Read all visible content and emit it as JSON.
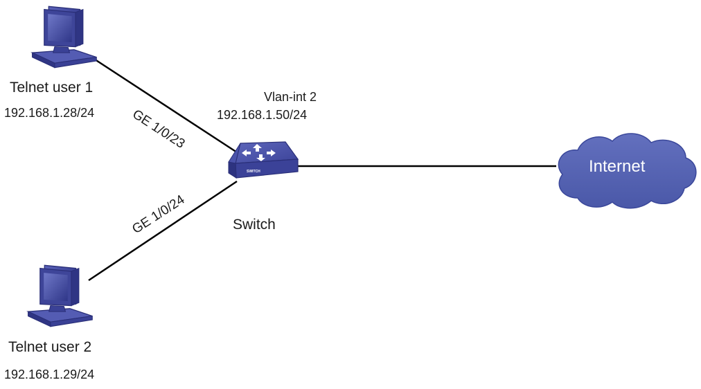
{
  "nodes": {
    "telnet_user_1": {
      "name": "Telnet user 1",
      "ip": "192.168.1.28/24",
      "icon": "computer-icon"
    },
    "telnet_user_2": {
      "name": "Telnet user 2",
      "ip": "192.168.1.29/24",
      "icon": "computer-icon"
    },
    "switch": {
      "name": "Switch",
      "icon": "switch-icon",
      "badge": "SWITCH",
      "interface": "Vlan-int 2",
      "ip": "192.168.1.50/24"
    },
    "internet": {
      "name": "Internet",
      "icon": "cloud-icon"
    }
  },
  "links": {
    "user1_switch": {
      "port": "GE 1/0/23"
    },
    "user2_switch": {
      "port": "GE 1/0/24"
    },
    "switch_internet": {
      "port": ""
    }
  },
  "colors": {
    "device_blue": "#4b53a6",
    "device_dark": "#2e3480",
    "cloud_blue": "#5463b3",
    "line": "#000000"
  }
}
